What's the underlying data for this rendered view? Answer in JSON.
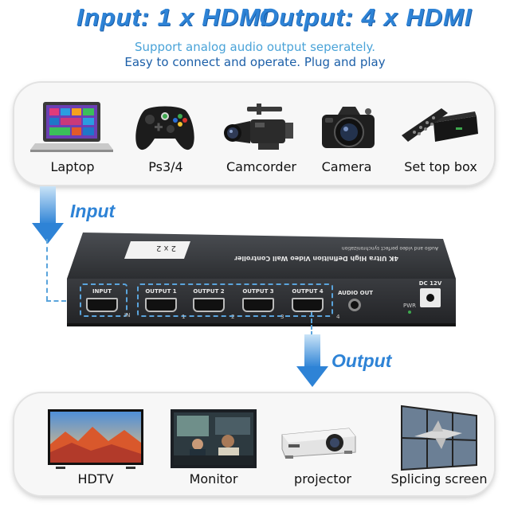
{
  "header": {
    "input_title": "Input: 1 x HDMI",
    "output_title": "Output: 4 x HDMI",
    "subtitle_line1": "Support analog audio output seperately.",
    "subtitle_line2": "Easy to connect and operate. Plug and play"
  },
  "sources": [
    {
      "label": "Laptop",
      "icon": "laptop-icon"
    },
    {
      "label": "Ps3/4",
      "icon": "gamepad-icon"
    },
    {
      "label": "Camcorder",
      "icon": "camcorder-icon"
    },
    {
      "label": "Camera",
      "icon": "camera-icon"
    },
    {
      "label": "Set top box",
      "icon": "set-top-box-icon"
    }
  ],
  "flow": {
    "input_label": "Input",
    "output_label": "Output"
  },
  "device": {
    "top_text_1": "4K Ultra High Definition Video Wall Controller",
    "top_text_2": "Audio and video perfect synchronization",
    "badge": "2 x 2",
    "input_port": "INPUT",
    "in_mark": "IN",
    "outputs": [
      "OUTPUT 1",
      "OUTPUT 2",
      "OUTPUT 3",
      "OUTPUT 4"
    ],
    "output_numbers": [
      "1",
      "2",
      "3",
      "4"
    ],
    "audio_out": "AUDIO OUT",
    "dc": "DC 12V",
    "pwr": "PWR"
  },
  "displays": [
    {
      "label": "HDTV",
      "icon": "hdtv-icon"
    },
    {
      "label": "Monitor",
      "icon": "monitor-icon"
    },
    {
      "label": "projector",
      "icon": "projector-icon"
    },
    {
      "label": "Splicing screen",
      "icon": "splicing-screen-icon"
    }
  ],
  "colors": {
    "accent": "#2e83d6",
    "subtitle_line1": "#4aa3d8",
    "subtitle_line2": "#1c5fa8",
    "device": "#2a2c2f"
  }
}
